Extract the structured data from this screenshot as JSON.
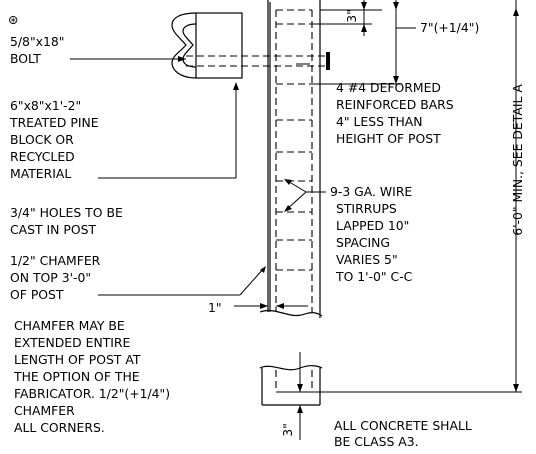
{
  "notes": {
    "bolt_size": "5/8\"x18\"",
    "bolt": "BOLT",
    "block": [
      "6\"x8\"x1'-2\"",
      "TREATED PINE",
      "BLOCK OR",
      "RECYCLED",
      "MATERIAL"
    ],
    "holes": [
      "3/4\" HOLES TO BE",
      "CAST IN POST"
    ],
    "chamfer_top": [
      "1/2\" CHAMFER",
      "ON TOP 3'-0\"",
      "OF POST"
    ],
    "chamfer_note": [
      "CHAMFER MAY BE",
      "EXTENDED ENTIRE",
      "LENGTH OF POST AT",
      "THE OPTION OF THE",
      "FABRICATOR. 1/2\"(+1/4\")",
      "CHAMFER",
      "ALL CORNERS."
    ],
    "bars": [
      "4 #4 DEFORMED",
      "REINFORCED BARS",
      "4\" LESS THAN",
      "HEIGHT OF POST"
    ],
    "stirrups": [
      "9-3 GA. WIRE",
      "STIRRUPS",
      "LAPPED 10\"",
      "SPACING",
      "VARIES 5\"",
      "TO 1'-0\" C-C"
    ],
    "concrete": [
      "ALL CONCRETE SHALL",
      "BE CLASS A3."
    ]
  },
  "dimensions": {
    "top_cover": "3\"",
    "bar_offset": "7\"(+1/4\")",
    "side_cover": "1\"",
    "bottom_cover": "3\"",
    "post_length": "6'-0\" MIN., SEE DETAIL A"
  },
  "symbols": {
    "asterisk": "⊛"
  }
}
